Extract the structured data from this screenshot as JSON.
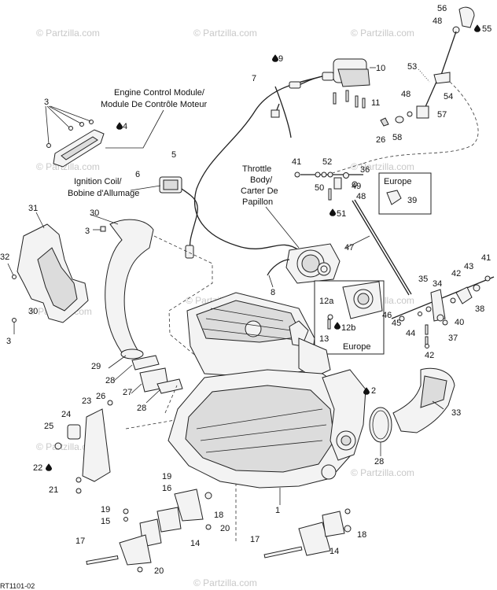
{
  "watermark": "© Partzilla.com",
  "drawing_code": "RT1101-02",
  "captions": {
    "ecm": [
      "Engine Control Module/",
      "Module De Contrôle Moteur"
    ],
    "coil": [
      "Ignition Coil/",
      "Bobine d'Allumage"
    ],
    "throttle": [
      "Throttle",
      "Body/",
      "Carter De",
      "Papillon"
    ]
  },
  "region_labels": {
    "europe_top": "Europe",
    "europe_bottom": "Europe"
  },
  "part_labels": {
    "p1": "1",
    "p2": "2",
    "p3a": "3",
    "p3b": "3",
    "p3c": "3",
    "p4": "4",
    "p5": "5",
    "p6": "6",
    "p7": "7",
    "p8": "8",
    "p9": "9",
    "p10": "10",
    "p11": "11",
    "p12a": "12a",
    "p12b": "12b",
    "p13": "13",
    "p14a": "14",
    "p14b": "14",
    "p15": "15",
    "p16": "16",
    "p17a": "17",
    "p17b": "17",
    "p18a": "18",
    "p18b": "18",
    "p19a": "19",
    "p19b": "19",
    "p20a": "20",
    "p20b": "20",
    "p21": "21",
    "p22": "22",
    "p23": "23",
    "p24": "24",
    "p25": "25",
    "p26a": "26",
    "p26b": "26",
    "p27": "27",
    "p28a": "28",
    "p28b": "28",
    "p28c": "28",
    "p29": "29",
    "p30a": "30",
    "p30b": "30",
    "p31": "31",
    "p32": "32",
    "p33": "33",
    "p35": "35",
    "p34": "34",
    "p36": "36",
    "p37": "37",
    "p38": "38",
    "p39": "39",
    "p40": "40",
    "p41a": "41",
    "p41b": "41",
    "p42a": "42",
    "p42b": "42",
    "p43": "43",
    "p44": "44",
    "p45": "45",
    "p46": "46",
    "p47": "47",
    "p48a": "48",
    "p48b": "48",
    "p48c": "48",
    "p49": "49",
    "p50": "50",
    "p51": "51",
    "p52": "52",
    "p53": "53",
    "p54": "54",
    "p55": "55",
    "p56": "56",
    "p57": "57",
    "p58": "58"
  }
}
